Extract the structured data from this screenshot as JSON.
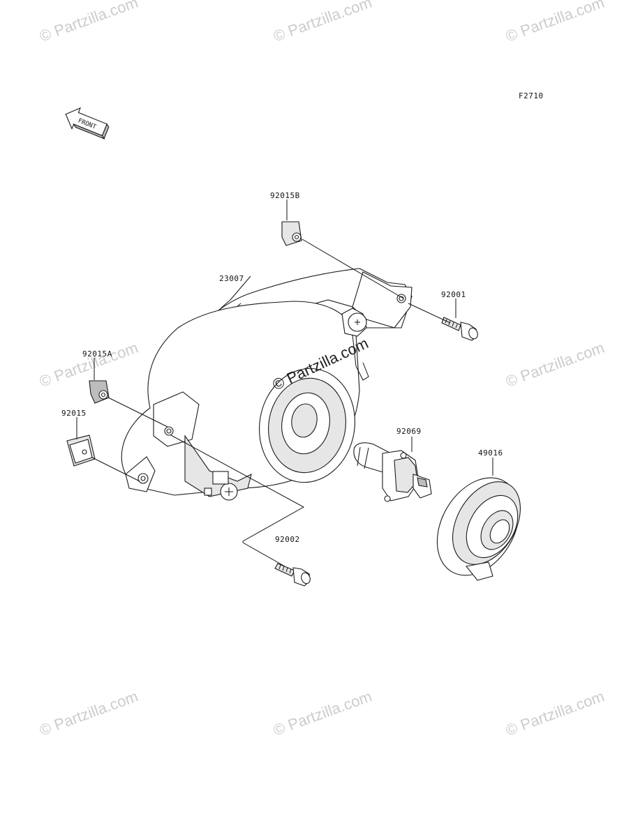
{
  "diagram": {
    "figure_code": "F2710",
    "front_arrow_text": "FRONT",
    "labels": {
      "p92015B": "92015B",
      "p23007": "23007",
      "p92001": "92001",
      "p92015A": "92015A",
      "p92015": "92015",
      "p92069": "92069",
      "p49016": "49016",
      "p92002": "92002"
    }
  },
  "watermark": {
    "text": "© Partzilla.com"
  }
}
